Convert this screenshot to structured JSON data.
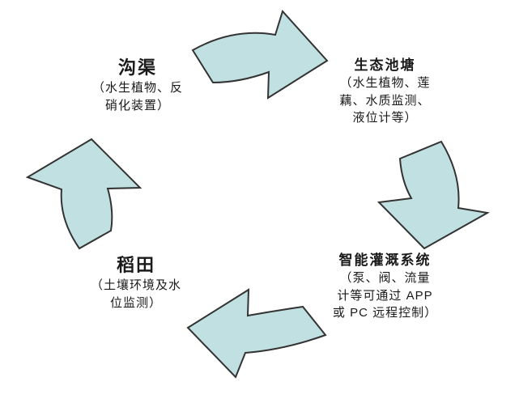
{
  "diagram": {
    "background_color": "#ffffff",
    "arrow_fill_color": "#c0e0e1",
    "arrow_outline_color": "#333333",
    "text_color": "#1a1a1a",
    "nodes": [
      {
        "id": "ditch",
        "title": "沟渠",
        "lines": [
          "（水生植物、反",
          "硝化装置）"
        ]
      },
      {
        "id": "pond",
        "title": "生态池塘",
        "lines": [
          "（水生植物、莲",
          "藕、水质监测、",
          "液位计等）"
        ]
      },
      {
        "id": "irrigation",
        "title": "智能灌溉系统",
        "lines": [
          "（泵、阀、流量",
          "计等可通过 APP",
          "或 PC 远程控制）"
        ]
      },
      {
        "id": "paddy",
        "title": "稻田",
        "lines": [
          "（土壤环境及水",
          "位监测）"
        ]
      }
    ],
    "arrows": [
      {
        "name": "cycle-arrow-top",
        "direction": "right"
      },
      {
        "name": "cycle-arrow-right",
        "direction": "down"
      },
      {
        "name": "cycle-arrow-bottom",
        "direction": "left"
      },
      {
        "name": "cycle-arrow-left",
        "direction": "up"
      }
    ]
  }
}
